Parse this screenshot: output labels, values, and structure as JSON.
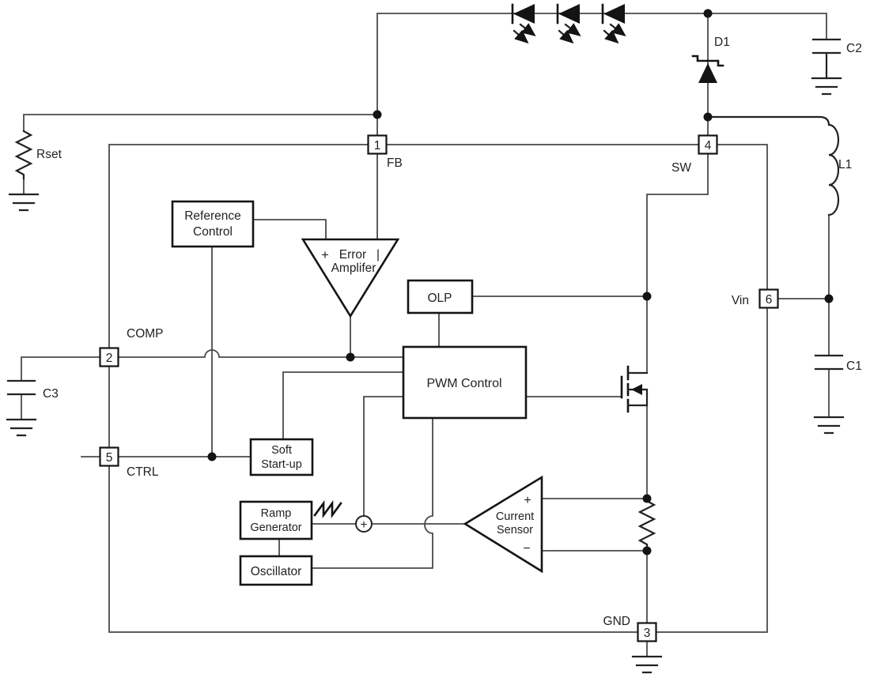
{
  "pins": [
    {
      "num": "1",
      "name": "FB"
    },
    {
      "num": "2",
      "name": "COMP"
    },
    {
      "num": "3",
      "name": "GND"
    },
    {
      "num": "4",
      "name": "SW"
    },
    {
      "num": "5",
      "name": "CTRL"
    },
    {
      "num": "6",
      "name": "Vin"
    }
  ],
  "blocks": {
    "reference_control": {
      "line1": "Reference",
      "line2": "Control"
    },
    "error_amplifier": {
      "plus": "+",
      "name_line1": "Error",
      "minus": "|",
      "name_line2": "Amplifer"
    },
    "olp": {
      "label": "OLP"
    },
    "pwm_control": {
      "label": "PWM Control"
    },
    "soft_start": {
      "line1": "Soft",
      "line2": "Start-up"
    },
    "ramp_generator": {
      "line1": "Ramp",
      "line2": "Generator"
    },
    "oscillator": {
      "label": "Oscillator"
    },
    "current_sensor": {
      "line1": "Current",
      "line2": "Sensor",
      "plus": "+",
      "minus": "−"
    },
    "summing_junction": {
      "plus": "+"
    }
  },
  "components": {
    "rset": "Rset",
    "c1": "C1",
    "c2": "C2",
    "c3": "C3",
    "l1": "L1",
    "d1": "D1"
  },
  "colors": {
    "wire": "#4a4a4a",
    "outline": "#141414",
    "text": "#222222",
    "background": "#ffffff"
  }
}
